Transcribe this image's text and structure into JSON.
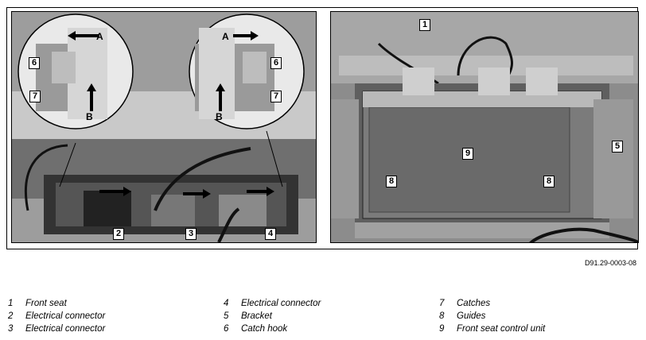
{
  "figure": {
    "ref_code": "D91.29-0003-08",
    "left_callouts": {
      "c6": "6",
      "c7": "7",
      "c2": "2",
      "c3": "3",
      "c4": "4",
      "la": "A",
      "lb": "B",
      "ra": "A",
      "rb": "B",
      "r6": "6",
      "r7": "7"
    },
    "right_callouts": {
      "c1": "1",
      "c5": "5",
      "c9": "9",
      "c8a": "8",
      "c8b": "8"
    }
  },
  "legend": [
    {
      "num": "1",
      "text": "Front seat"
    },
    {
      "num": "2",
      "text": "Electrical connector"
    },
    {
      "num": "3",
      "text": "Electrical connector"
    },
    {
      "num": "4",
      "text": "Electrical connector"
    },
    {
      "num": "5",
      "text": "Bracket"
    },
    {
      "num": "6",
      "text": "Catch hook"
    },
    {
      "num": "7",
      "text": "Catches"
    },
    {
      "num": "8",
      "text": "Guides"
    },
    {
      "num": "9",
      "text": "Front seat control unit"
    }
  ]
}
